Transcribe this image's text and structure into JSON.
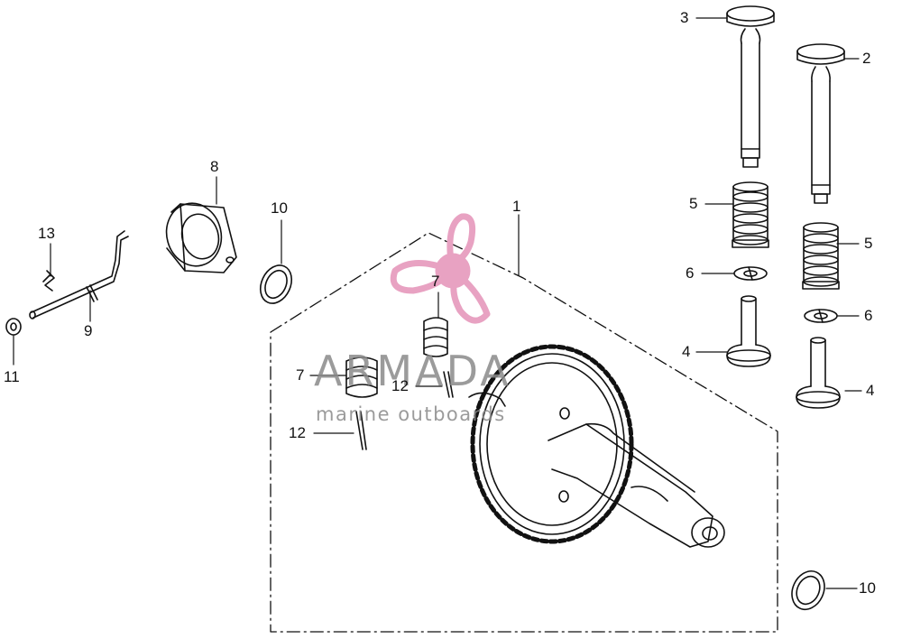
{
  "watermark": {
    "brand": "ARMADA",
    "tagline": "marine outboards",
    "logo_icon": "propeller-icon",
    "logo_color": "#e8a2c2",
    "text_color": "#8a8a8a"
  },
  "callouts": [
    {
      "id": "c1",
      "text": "1"
    },
    {
      "id": "c2",
      "text": "2"
    },
    {
      "id": "c3",
      "text": "3"
    },
    {
      "id": "c4a",
      "text": "4"
    },
    {
      "id": "c4b",
      "text": "4"
    },
    {
      "id": "c5a",
      "text": "5"
    },
    {
      "id": "c5b",
      "text": "5"
    },
    {
      "id": "c6a",
      "text": "6"
    },
    {
      "id": "c6b",
      "text": "6"
    },
    {
      "id": "c7a",
      "text": "7"
    },
    {
      "id": "c7b",
      "text": "7"
    },
    {
      "id": "c8",
      "text": "8"
    },
    {
      "id": "c9",
      "text": "9"
    },
    {
      "id": "c10a",
      "text": "10"
    },
    {
      "id": "c10b",
      "text": "10"
    },
    {
      "id": "c11",
      "text": "11"
    },
    {
      "id": "c12a",
      "text": "12"
    },
    {
      "id": "c12b",
      "text": "12"
    },
    {
      "id": "c13",
      "text": "13"
    }
  ]
}
